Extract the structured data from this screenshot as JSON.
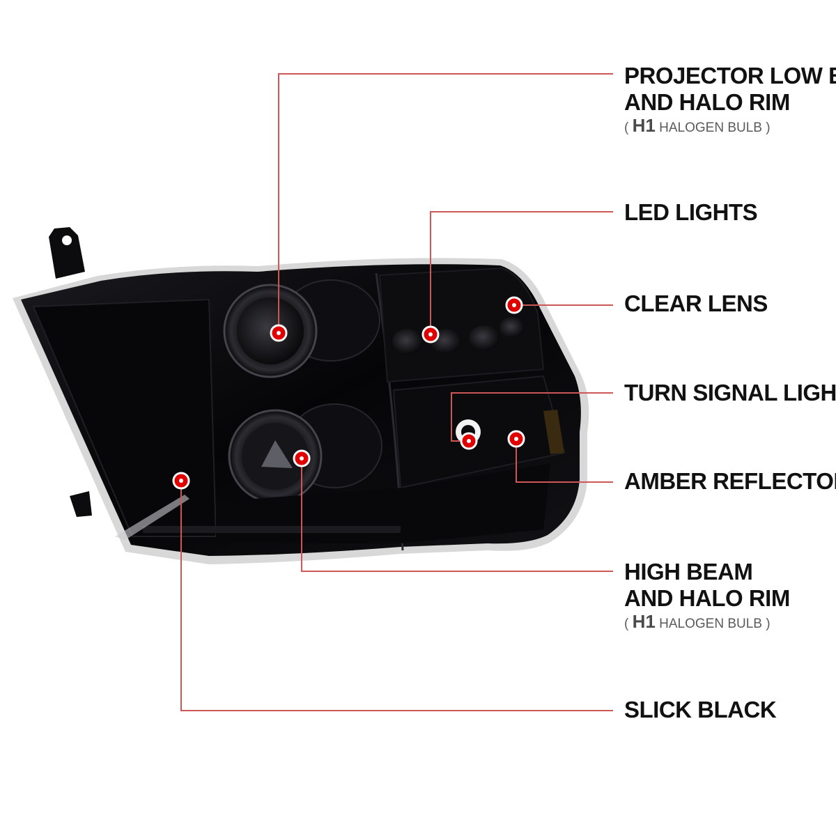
{
  "colors": {
    "leader_line": "#cf5656",
    "marker": "#e00000",
    "housing": "#0b0b0d",
    "chrome_trim": "#d8d8d8"
  },
  "callouts": [
    {
      "id": "projector-low-beam",
      "line1": "PROJECTOR LOW BEAM",
      "line2": "AND HALO RIM",
      "sub_open": "( ",
      "sub_bulb": "H1",
      "sub_rest": " HALOGEN BULB )"
    },
    {
      "id": "led-lights",
      "line1": "LED LIGHTS"
    },
    {
      "id": "clear-lens",
      "line1": "CLEAR LENS"
    },
    {
      "id": "turn-signal-light",
      "line1": "TURN SIGNAL LIGHT"
    },
    {
      "id": "amber-reflector",
      "line1": "AMBER REFLECTOR"
    },
    {
      "id": "high-beam",
      "line1": "HIGH BEAM",
      "line2": "AND HALO RIM",
      "sub_open": "( ",
      "sub_bulb": "H1",
      "sub_rest": " HALOGEN BULB )"
    },
    {
      "id": "slick-black",
      "line1": "SLICK BLACK"
    }
  ]
}
